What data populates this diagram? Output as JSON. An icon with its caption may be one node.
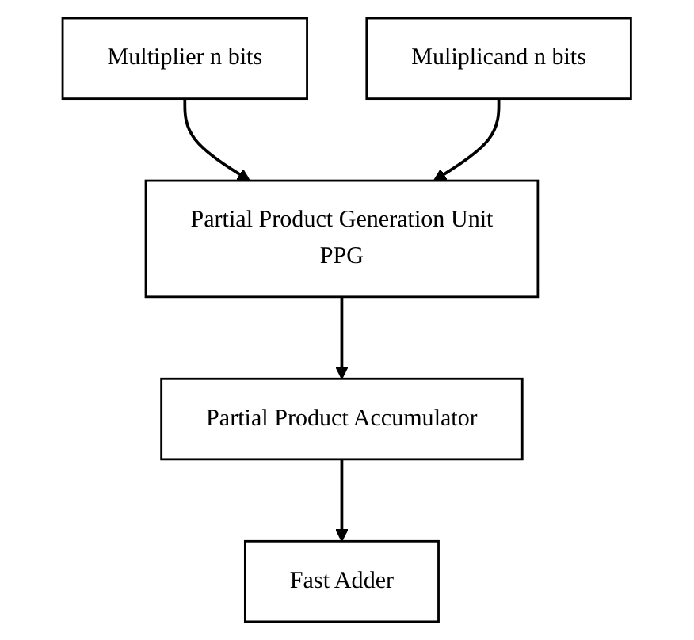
{
  "diagram": {
    "nodes": [
      {
        "text": [
          "Multiplier n bits"
        ]
      },
      {
        "text": [
          "Muliplicand n bits"
        ]
      },
      {
        "text": [
          "Partial Product Generation Unit",
          "PPG"
        ]
      },
      {
        "text": [
          "Partial Product Accumulator"
        ]
      },
      {
        "text": [
          "Fast Adder"
        ]
      }
    ],
    "edges": [
      {
        "from": 0,
        "to": 2,
        "arrow": "to"
      },
      {
        "from": 1,
        "to": 2,
        "arrow": "to"
      },
      {
        "from": 2,
        "to": 3,
        "arrow": "to"
      },
      {
        "from": 3,
        "to": 4,
        "arrow": "to"
      }
    ]
  }
}
